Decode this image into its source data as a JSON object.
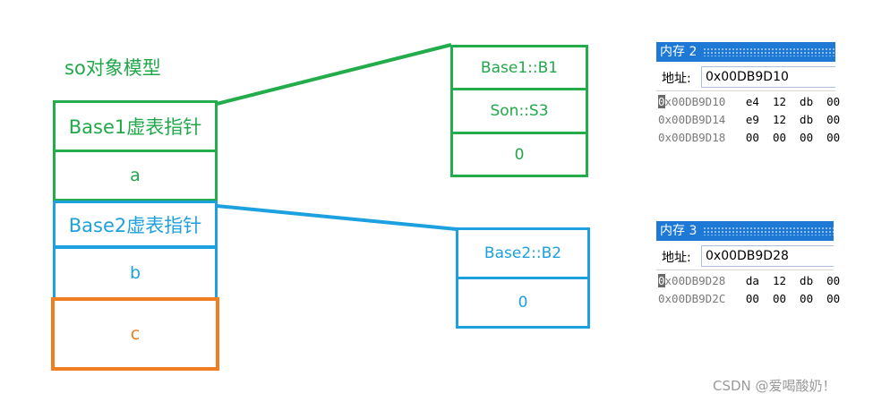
{
  "title": "so对象模型",
  "object": {
    "cells": [
      "Base1虚表指针",
      "a",
      "Base2虚表指针",
      "b",
      "c"
    ]
  },
  "vtable1": [
    "Base1::B1",
    "Son::S3",
    "0"
  ],
  "vtable2": [
    "Base2::B2",
    "0"
  ],
  "memory2": {
    "title": "内存 2",
    "addr_label": "地址:",
    "addr_value": "0x00DB9D10",
    "rows": [
      {
        "addr": "0x00DB9D10",
        "bytes": "e4  12  db  00"
      },
      {
        "addr": "0x00DB9D14",
        "bytes": "e9  12  db  00"
      },
      {
        "addr": "0x00DB9D18",
        "bytes": "00  00  00  00"
      }
    ]
  },
  "memory3": {
    "title": "内存 3",
    "addr_label": "地址:",
    "addr_value": "0x00DB9D28",
    "rows": [
      {
        "addr": "0x00DB9D28",
        "bytes": "da  12  db  00"
      },
      {
        "addr": "0x00DB9D2C",
        "bytes": "00  00  00  00"
      }
    ]
  },
  "watermark": "CSDN @爱喝酸奶！",
  "colors": {
    "green": "#22ac4c",
    "blue": "#1ca0e0",
    "orange": "#f07e22",
    "titlebar": "#1d78d6"
  }
}
